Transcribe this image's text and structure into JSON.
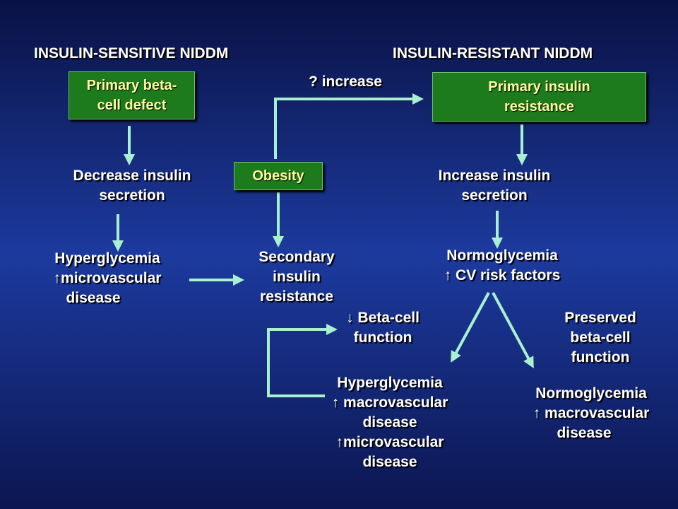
{
  "headers": {
    "left": "INSULIN-SENSITIVE NIDDM",
    "right": "INSULIN-RESISTANT NIDDM"
  },
  "boxes": {
    "primary_beta": [
      "Primary beta-",
      "cell defect"
    ],
    "primary_insulin": [
      "Primary insulin",
      "resistance"
    ],
    "obesity": "Obesity"
  },
  "labels": {
    "increase": "? increase",
    "decrease_secretion": [
      "Decrease insulin",
      "secretion"
    ],
    "increase_secretion": [
      "Increase insulin",
      "secretion"
    ],
    "hyperglycemia_left": [
      "Hyperglycemia",
      "↑microvascular",
      "disease"
    ],
    "secondary_resistance": [
      "Secondary",
      "insulin",
      "resistance"
    ],
    "normoglycemia_cv": [
      "Normoglycemia",
      "↑  CV risk factors"
    ],
    "beta_cell_function": [
      "↓ Beta-cell",
      "function"
    ],
    "preserved_beta": [
      "Preserved",
      "beta-cell",
      "function"
    ],
    "hyperglycemia_center": [
      "Hyperglycemia",
      "↑ macrovascular",
      "disease",
      "↑microvascular",
      "disease"
    ],
    "normoglycemia_macro": [
      "Normoglycemia",
      "↑ macrovascular",
      "disease"
    ]
  },
  "colors": {
    "arrow": "#a8f0d0",
    "box_fill": "#1d7a1d",
    "box_text": "#ffffa0",
    "header_text": "#ffffff"
  }
}
